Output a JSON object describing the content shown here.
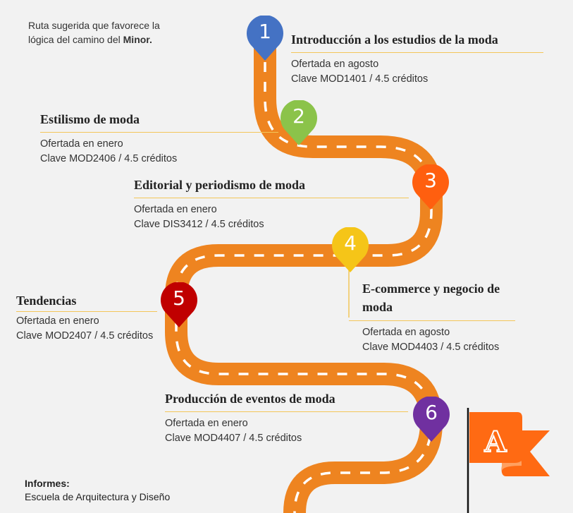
{
  "intro": {
    "text": "Ruta sugerida que favorece la lógica del camino del ",
    "highlight": "Minor."
  },
  "courses": [
    {
      "number": "1",
      "title": "Introducción a los estudios de la moda",
      "offered": "Ofertada en agosto",
      "code": "Clave MOD1401 / 4.5 créditos",
      "color": "#4472c4"
    },
    {
      "number": "2",
      "title": "Estilismo de moda",
      "offered": "Ofertada en enero",
      "code": "Clave MOD2406 / 4.5 créditos",
      "color": "#8bc34a"
    },
    {
      "number": "3",
      "title": "Editorial y periodismo de moda",
      "offered": "Ofertada en enero",
      "code": "Clave DIS3412 / 4.5 créditos",
      "color": "#ff5f0f"
    },
    {
      "number": "4",
      "title": "E-commerce y negocio de moda",
      "offered": "Ofertada en agosto",
      "code": "Clave MOD4403 / 4.5 créditos",
      "color": "#f5c518"
    },
    {
      "number": "5",
      "title": "Tendencias",
      "offered": "Ofertada en enero",
      "code": "Clave MOD2407 / 4.5 créditos",
      "color": "#c00000"
    },
    {
      "number": "6",
      "title": "Producción de eventos de moda",
      "offered": "Ofertada en enero",
      "code": "Clave MOD4407 / 4.5 créditos",
      "color": "#7030a0"
    }
  ],
  "flag": {
    "letter": "A",
    "color": "#ff6a13"
  },
  "footer": {
    "label": "Informes:",
    "text": "Escuela de Arquitectura y Diseño"
  },
  "road_color": "#ee8420"
}
